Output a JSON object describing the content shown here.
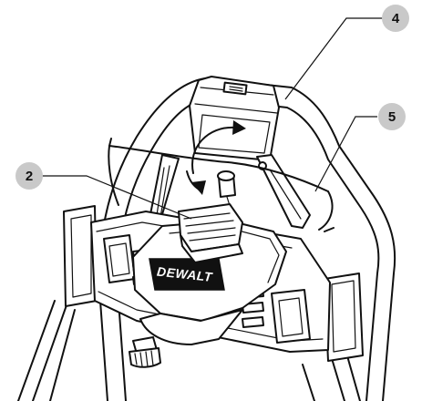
{
  "callouts": [
    {
      "id": "callout-4",
      "label": "4"
    },
    {
      "id": "callout-5",
      "label": "5"
    },
    {
      "id": "callout-2",
      "label": "2"
    }
  ],
  "brand": {
    "logo_text": "DEWALT"
  },
  "colors": {
    "line": "#111111",
    "callout_fill": "#c9c9c9",
    "background": "#ffffff"
  }
}
